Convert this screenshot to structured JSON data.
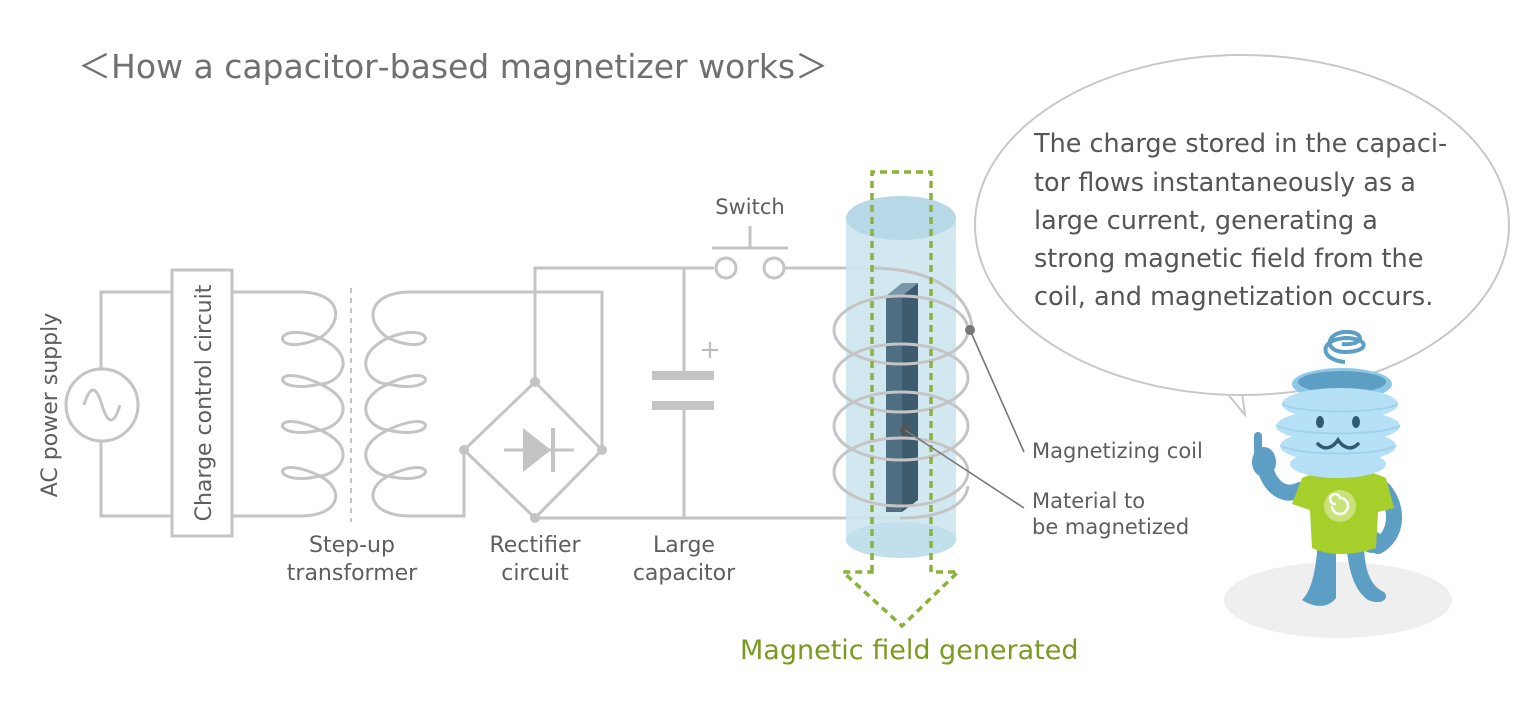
{
  "title": "＜How a capacitor‑based magnetizer works＞",
  "labels": {
    "ac_power_supply": "AC power supply",
    "charge_control_circuit": "Charge control circuit",
    "step_up_transformer": [
      "Step-up",
      "transformer"
    ],
    "rectifier_circuit": [
      "Rectifier",
      "circuit"
    ],
    "large_capacitor": [
      "Large",
      "capacitor"
    ],
    "switch": "Switch",
    "capacitor_polarity": "+",
    "magnetizing_coil": "Magnetizing coil",
    "material": [
      "Material to",
      "be magnetized"
    ],
    "magnetic_field": "Magnetic field generated"
  },
  "speech_bubble": {
    "lines": [
      "The charge stored in the capaci-",
      "tor flows instantaneously as a",
      "large current, generating a",
      "strong magnetic field from the",
      "coil, and magnetization occurs."
    ]
  },
  "colors": {
    "wire": "#c4c4c4",
    "field_arrow": "#8ab33a",
    "field_text": "#7a9a20",
    "cylinder": "#bcdcea",
    "material": "#4f6e82",
    "mascot_head": "#b5e0f5",
    "mascot_body": "#5d9ec4",
    "mascot_shirt": "#a6cf2c"
  }
}
